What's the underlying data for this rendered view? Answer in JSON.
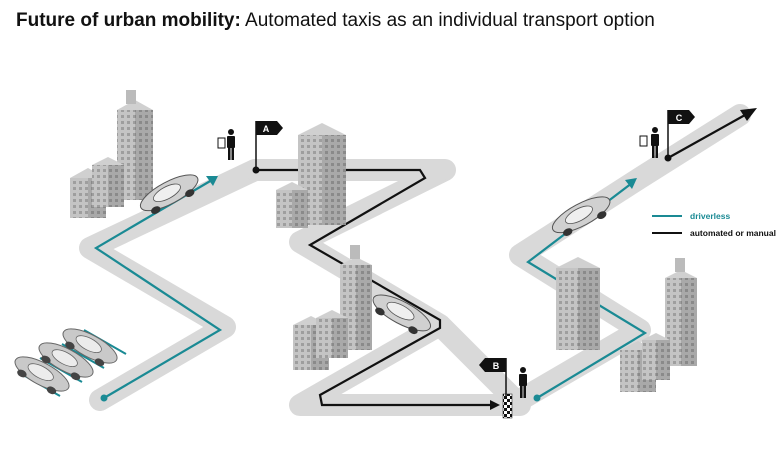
{
  "header": {
    "title_bold": "Future of urban mobility:",
    "title_rest": " Automated taxis as an individual transport option"
  },
  "legend": {
    "driverless_label": "driverless",
    "manual_label": "automated or manual"
  },
  "flags": {
    "a": "A",
    "b": "B",
    "c": "C"
  },
  "colors": {
    "driverless": "#1a8a94",
    "manual": "#111111",
    "road": "#d9d9d9",
    "building": "#bdbdbd"
  }
}
